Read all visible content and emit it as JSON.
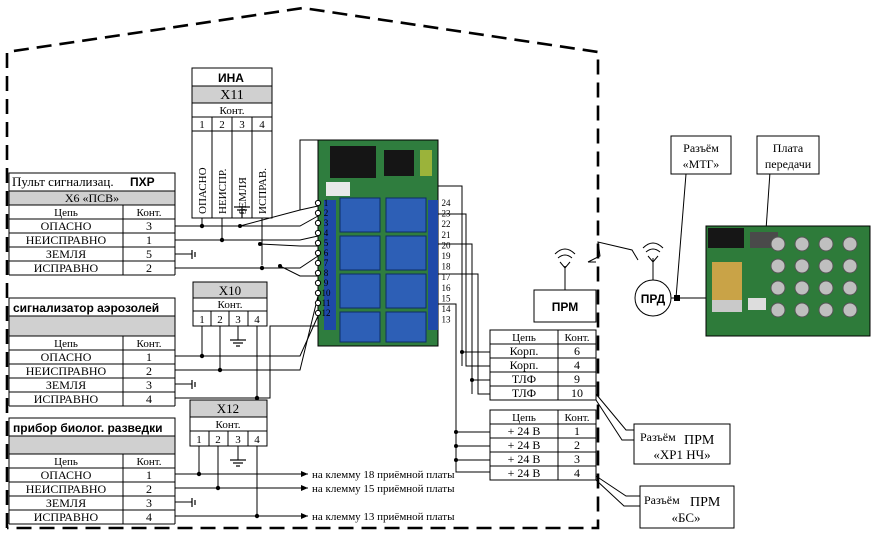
{
  "ina": {
    "title": "ИНА",
    "connector": "X11",
    "kont": "Конт.",
    "pins": [
      "1",
      "2",
      "3",
      "4"
    ],
    "signals": [
      "ОПАСНО",
      "НЕИСПР.",
      "ЗЕМЛЯ",
      "ИСПРАВ."
    ]
  },
  "pult": {
    "title_prefix": "Пульт сигнализац.",
    "title_code": "ПХР",
    "connector": "X6 «ПСВ»",
    "col_chain": "Цепь",
    "col_kont": "Конт.",
    "rows": [
      {
        "name": "ОПАСНО",
        "kont": "3"
      },
      {
        "name": "НЕИСПРАВНО",
        "kont": "1"
      },
      {
        "name": "ЗЕМЛЯ",
        "kont": "5"
      },
      {
        "name": "ИСПРАВНО",
        "kont": "2"
      }
    ]
  },
  "aerosol": {
    "title": "сигнализатор аэрозолей",
    "connector": "X10",
    "kont": "Конт.",
    "pins": [
      "1",
      "2",
      "3",
      "4"
    ],
    "col_chain": "Цепь",
    "col_kont": "Конт.",
    "rows": [
      {
        "name": "ОПАСНО",
        "kont": "1"
      },
      {
        "name": "НЕИСПРАВНО",
        "kont": "2"
      },
      {
        "name": "ЗЕМЛЯ",
        "kont": "3"
      },
      {
        "name": "ИСПРАВНО",
        "kont": "4"
      }
    ]
  },
  "bio": {
    "title": "прибор биолог. разведки",
    "connector": "X12",
    "kont": "Конт.",
    "pins": [
      "1",
      "2",
      "3",
      "4"
    ],
    "col_chain": "Цепь",
    "col_kont": "Конт.",
    "rows": [
      {
        "name": "ОПАСНО",
        "kont": "1"
      },
      {
        "name": "НЕИСПРАВНО",
        "kont": "2"
      },
      {
        "name": "ЗЕМЛЯ",
        "kont": "3"
      },
      {
        "name": "ИСПРАВНО",
        "kont": "4"
      }
    ]
  },
  "relay": {
    "left_terminals": [
      "1",
      "2",
      "3",
      "4",
      "5",
      "6",
      "7",
      "8",
      "9",
      "10",
      "11",
      "12"
    ],
    "right_terminals": [
      "24",
      "23",
      "22",
      "21",
      "20",
      "19",
      "18",
      "17",
      "16",
      "15",
      "14",
      "13"
    ]
  },
  "prm_out": {
    "col_chain": "Цепь",
    "col_kont": "Конт.",
    "rows": [
      {
        "name": "Корп.",
        "kont": "6"
      },
      {
        "name": "Корп.",
        "kont": "4"
      },
      {
        "name": "ТЛФ",
        "kont": "9"
      },
      {
        "name": "ТЛФ",
        "kont": "10"
      }
    ]
  },
  "power": {
    "col_chain": "Цепь",
    "col_kont": "Конт.",
    "rows": [
      {
        "name": "+ 24 В",
        "kont": "1"
      },
      {
        "name": "+ 24 В",
        "kont": "2"
      },
      {
        "name": "+ 24 В",
        "kont": "3"
      },
      {
        "name": "+ 24 В",
        "kont": "4"
      }
    ]
  },
  "prm_label": "ПРМ",
  "prd_label": "ПРД",
  "notes": {
    "mtg_line1": "Разъём",
    "mtg_line2": "«МТГ»",
    "board_line1": "Плата",
    "board_line2": "передачи",
    "xp1_line1_a": "Разъём",
    "xp1_line1_b": "ПРМ",
    "xp1_line2": "«ХР1 НЧ»",
    "bs_line1_a": "Разъём",
    "bs_line1_b": "ПРМ",
    "bs_line2": "«БС»"
  },
  "arrows": {
    "a18": "на клемму 18 приёмной платы",
    "a15": "на клемму 15 приёмной платы",
    "a13": "на клемму 13 приёмной платы"
  }
}
